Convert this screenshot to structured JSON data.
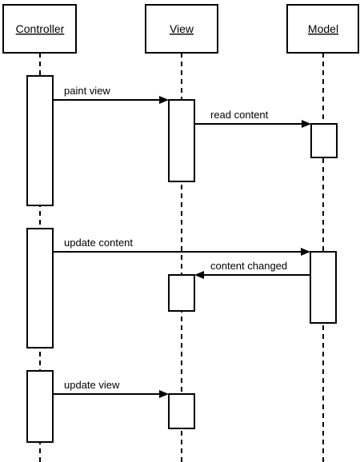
{
  "participants": [
    {
      "id": "controller",
      "name": "Controller"
    },
    {
      "id": "view",
      "name": "View"
    },
    {
      "id": "model",
      "name": "Model"
    }
  ],
  "messages": [
    {
      "id": "paint-view",
      "label": "paint view",
      "from": "controller",
      "to": "view"
    },
    {
      "id": "read-content",
      "label": "read content",
      "from": "view",
      "to": "model"
    },
    {
      "id": "update-content",
      "label": "update content",
      "from": "controller",
      "to": "model"
    },
    {
      "id": "content-changed",
      "label": "content changed",
      "from": "model",
      "to": "view"
    },
    {
      "id": "update-view",
      "label": "update view",
      "from": "controller",
      "to": "view"
    }
  ]
}
